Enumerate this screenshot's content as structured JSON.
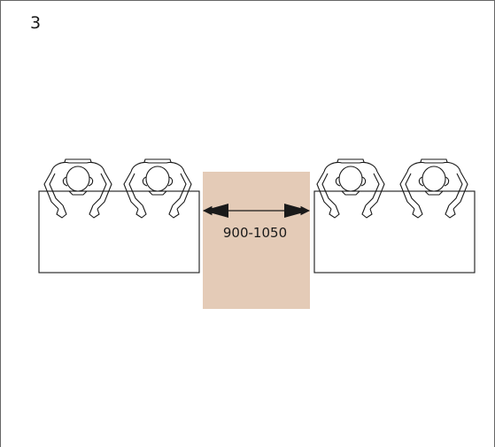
{
  "diagram": {
    "panel_number": "3",
    "dimension_label": "900-1050",
    "colors": {
      "clearance_zone": "#e4cbb7",
      "line": "#1a1a1a",
      "frame": "#666666",
      "background": "#ffffff"
    },
    "desks": [
      {
        "side": "left",
        "occupants": 2
      },
      {
        "side": "right",
        "occupants": 2
      }
    ],
    "arrow": {
      "type": "double-headed",
      "direction": "horizontal"
    }
  }
}
